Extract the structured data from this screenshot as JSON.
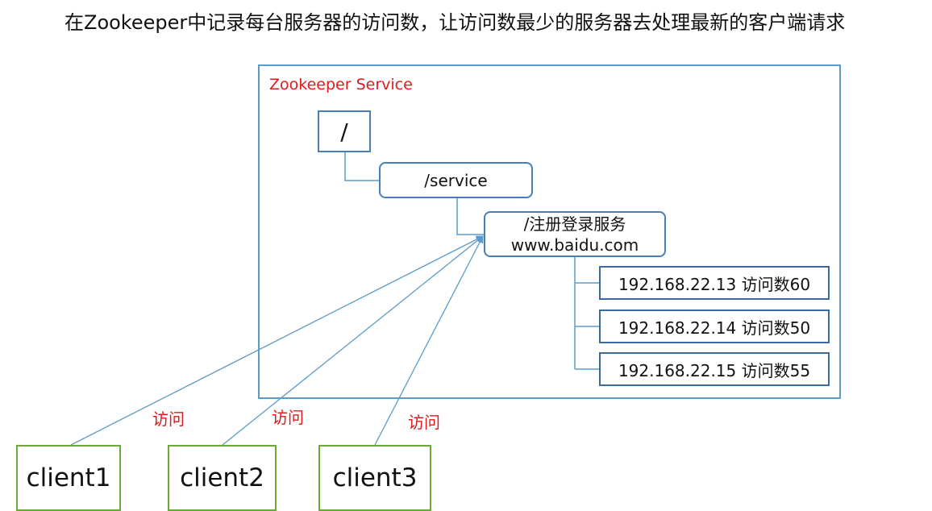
{
  "title": "在Zookeeper中记录每台服务器的访问数，让访问数最少的服务器去处理最新的客户端请求",
  "service": {
    "label": "Zookeeper Service"
  },
  "tree": {
    "root": "/",
    "service": "/service",
    "register": {
      "line1": "/注册登录服务",
      "line2": "www.baidu.com"
    },
    "servers": [
      "192.168.22.13  访问数60",
      "192.168.22.14 访问数50",
      "192.168.22.15 访问数55"
    ]
  },
  "clients": [
    {
      "name": "client1",
      "access_label": "访问"
    },
    {
      "name": "client2",
      "access_label": "访问"
    },
    {
      "name": "client3",
      "access_label": "访问"
    }
  ],
  "colors": {
    "service_border": "#5b9bc8",
    "node_border": "#4a7fb5",
    "client_border": "#6aaa3c",
    "label_red": "#e0191b",
    "connector": "#5b9bc8"
  }
}
